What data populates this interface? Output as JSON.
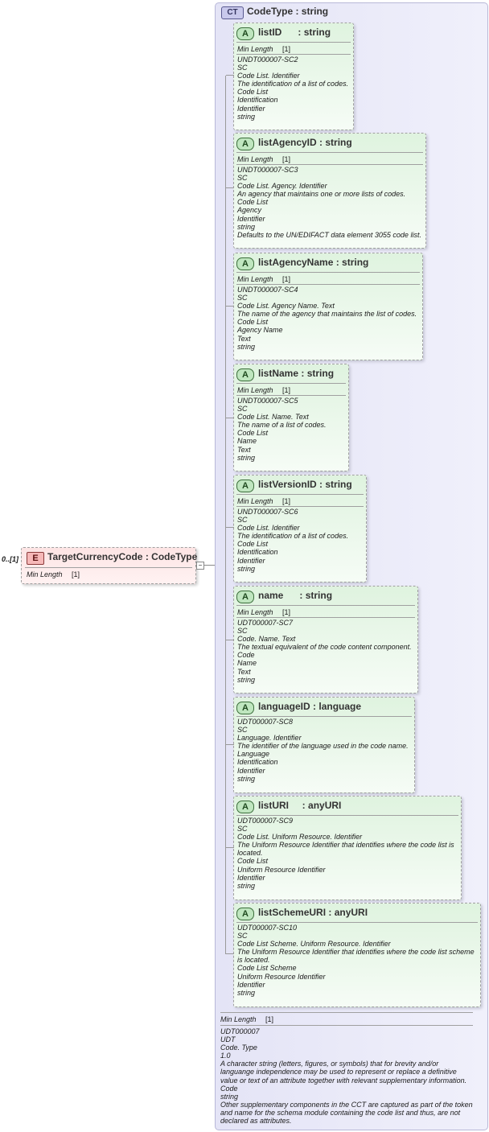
{
  "element": {
    "badge": "E",
    "name": "TargetCurrencyCode",
    "type": "CodeType",
    "cardinality": "0..[1]",
    "facet_label": "Min Length",
    "facet_value": "[1]",
    "collapse_symbol": "−"
  },
  "complex_type": {
    "badge": "CT",
    "name": "CodeType",
    "type": "string",
    "footer": {
      "facet_label": "Min Length",
      "facet_value": "[1]",
      "doc": [
        "UDT000007",
        "UDT",
        "Code. Type",
        "1.0",
        "A character string (letters, figures, or symbols) that for brevity and/or languange independence may be used to represent or replace a definitive value or text of an attribute together with relevant supplementary information.",
        "Code",
        "string",
        "Other supplementary components in the CCT are captured as part of the token and name for the schema module containing the code list and thus, are not declared as attributes."
      ]
    }
  },
  "attributes": [
    {
      "badge": "A",
      "name": "listID",
      "sep": "      : ",
      "type": "string",
      "facet_label": "Min Length",
      "facet_value": "[1]",
      "doc": [
        "UNDT000007-SC2",
        "SC",
        "Code List. Identifier",
        "The identification of a list of codes.",
        "Code List",
        "Identification",
        "Identifier",
        "string"
      ]
    },
    {
      "badge": "A",
      "name": "listAgencyID",
      "sep": " : ",
      "type": "string",
      "facet_label": "Min Length",
      "facet_value": "[1]",
      "doc": [
        "UNDT000007-SC3",
        "SC",
        "Code List. Agency. Identifier",
        "An agency that maintains one or more lists of codes.",
        "Code List",
        "Agency",
        "Identifier",
        "string",
        "Defaults to the UN/EDIFACT data element 3055 code list."
      ]
    },
    {
      "badge": "A",
      "name": "listAgencyName",
      "sep": " : ",
      "type": "string",
      "facet_label": "Min Length",
      "facet_value": "[1]",
      "doc": [
        "UNDT000007-SC4",
        "SC",
        "Code List. Agency Name. Text",
        "The name of the agency that maintains the list of codes.",
        "Code List",
        "Agency Name",
        "Text",
        "string"
      ]
    },
    {
      "badge": "A",
      "name": "listName",
      "sep": " : ",
      "type": "string",
      "facet_label": "Min Length",
      "facet_value": "[1]",
      "doc": [
        "UNDT000007-SC5",
        "SC",
        "Code List. Name. Text",
        "The name of a list of codes.",
        "Code List",
        "Name",
        "Text",
        "string"
      ]
    },
    {
      "badge": "A",
      "name": "listVersionID",
      "sep": " : ",
      "type": "string",
      "facet_label": "Min Length",
      "facet_value": "[1]",
      "doc": [
        "UNDT000007-SC6",
        "SC",
        "Code List. Identifier",
        "The identification of a list of codes.",
        "Code List",
        "Identification",
        "Identifier",
        "string"
      ]
    },
    {
      "badge": "A",
      "name": "name",
      "sep": "      : ",
      "type": "string",
      "facet_label": "Min Length",
      "facet_value": "[1]",
      "doc": [
        "UDT000007-SC7",
        "SC",
        "Code. Name. Text",
        "The textual equivalent of the code content component.",
        "Code",
        "Name",
        "Text",
        "string"
      ]
    },
    {
      "badge": "A",
      "name": "languageID",
      "sep": " : ",
      "type": "language",
      "doc": [
        "UDT000007-SC8",
        "SC",
        "Language. Identifier",
        "The identifier of the language used in the code name.",
        "Language",
        "Identification",
        "Identifier",
        "string"
      ]
    },
    {
      "badge": "A",
      "name": "listURI",
      "sep": "     : ",
      "type": "anyURI",
      "doc": [
        "UDT000007-SC9",
        "SC",
        "Code List. Uniform Resource. Identifier",
        "The Uniform Resource Identifier that identifies where the code list is located.",
        "Code List",
        "Uniform Resource Identifier",
        "Identifier",
        "string"
      ]
    },
    {
      "badge": "A",
      "name": "listSchemeURI",
      "sep": " : ",
      "type": "anyURI",
      "doc": [
        "UDT000007-SC10",
        "SC",
        "Code List Scheme. Uniform Resource. Identifier",
        "The Uniform Resource Identifier that identifies where the code list scheme is located.",
        "Code List Scheme",
        "Uniform Resource Identifier",
        "Identifier",
        "string"
      ]
    }
  ]
}
